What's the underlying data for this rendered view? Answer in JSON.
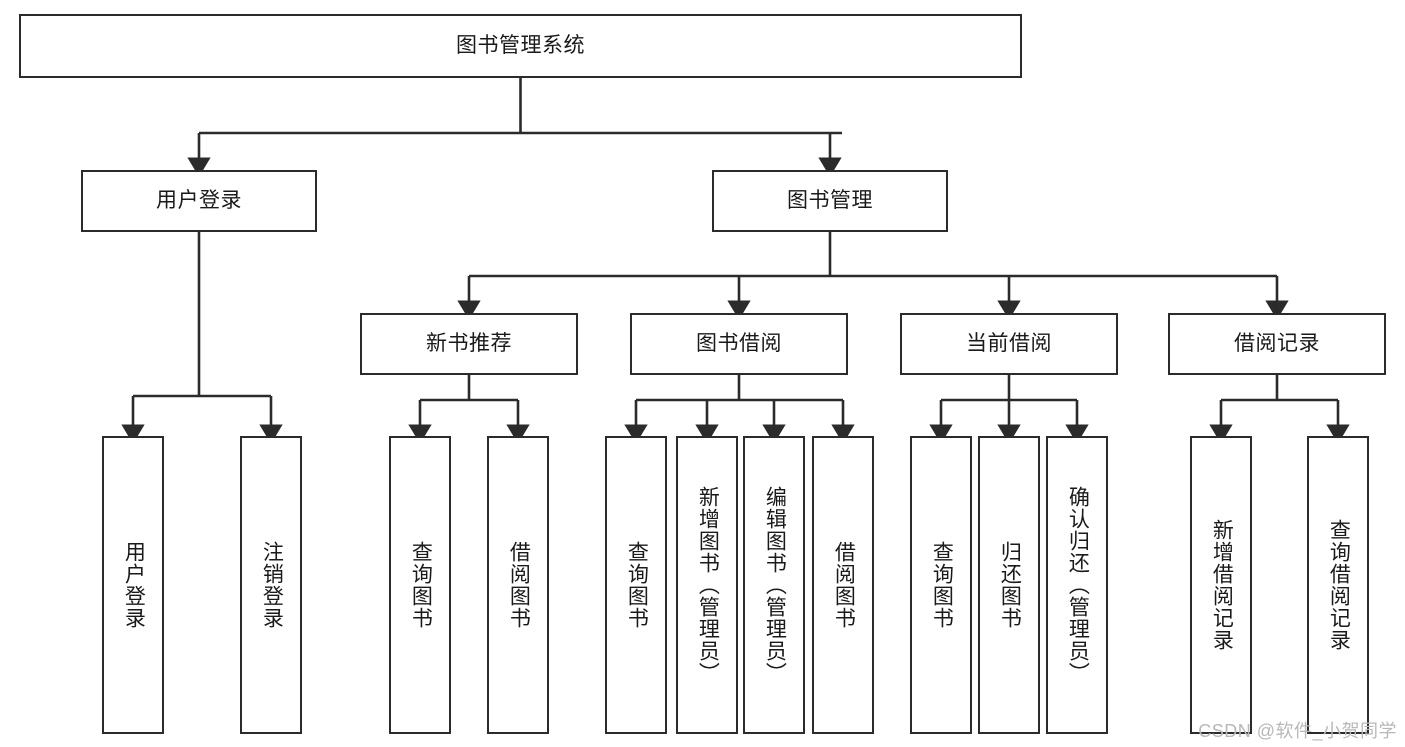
{
  "diagram": {
    "title": "图书管理系统",
    "watermark": "CSDN @软件_小贺同学",
    "line_color": "#2b2b2b",
    "box_border_color": "#2b2b2b",
    "box_fill_color": "#ffffff",
    "background_color": "#ffffff",
    "text_color": "#1a1a1a",
    "watermark_color": "#b8b8b8"
  },
  "nodes": {
    "root": {
      "label": "图书管理系统"
    },
    "level2": [
      {
        "label": "用户登录"
      },
      {
        "label": "图书管理"
      }
    ],
    "level3": [
      {
        "label": "新书推荐"
      },
      {
        "label": "图书借阅"
      },
      {
        "label": "当前借阅"
      },
      {
        "label": "借阅记录"
      }
    ],
    "leaves_user_login": [
      {
        "label": "用户登录"
      },
      {
        "label": "注销登录"
      }
    ],
    "leaves_new_book": [
      {
        "label": "查询图书"
      },
      {
        "label": "借阅图书"
      }
    ],
    "leaves_borrow": [
      {
        "label": "查询图书"
      },
      {
        "label": "新增图书（管理员）"
      },
      {
        "label": "编辑图书（管理员）"
      },
      {
        "label": "借阅图书"
      }
    ],
    "leaves_current": [
      {
        "label": "查询图书"
      },
      {
        "label": "归还图书"
      },
      {
        "label": "确认归还（管理员）"
      }
    ],
    "leaves_records": [
      {
        "label": "新增借阅记录"
      },
      {
        "label": "查询借阅记录"
      }
    ]
  }
}
